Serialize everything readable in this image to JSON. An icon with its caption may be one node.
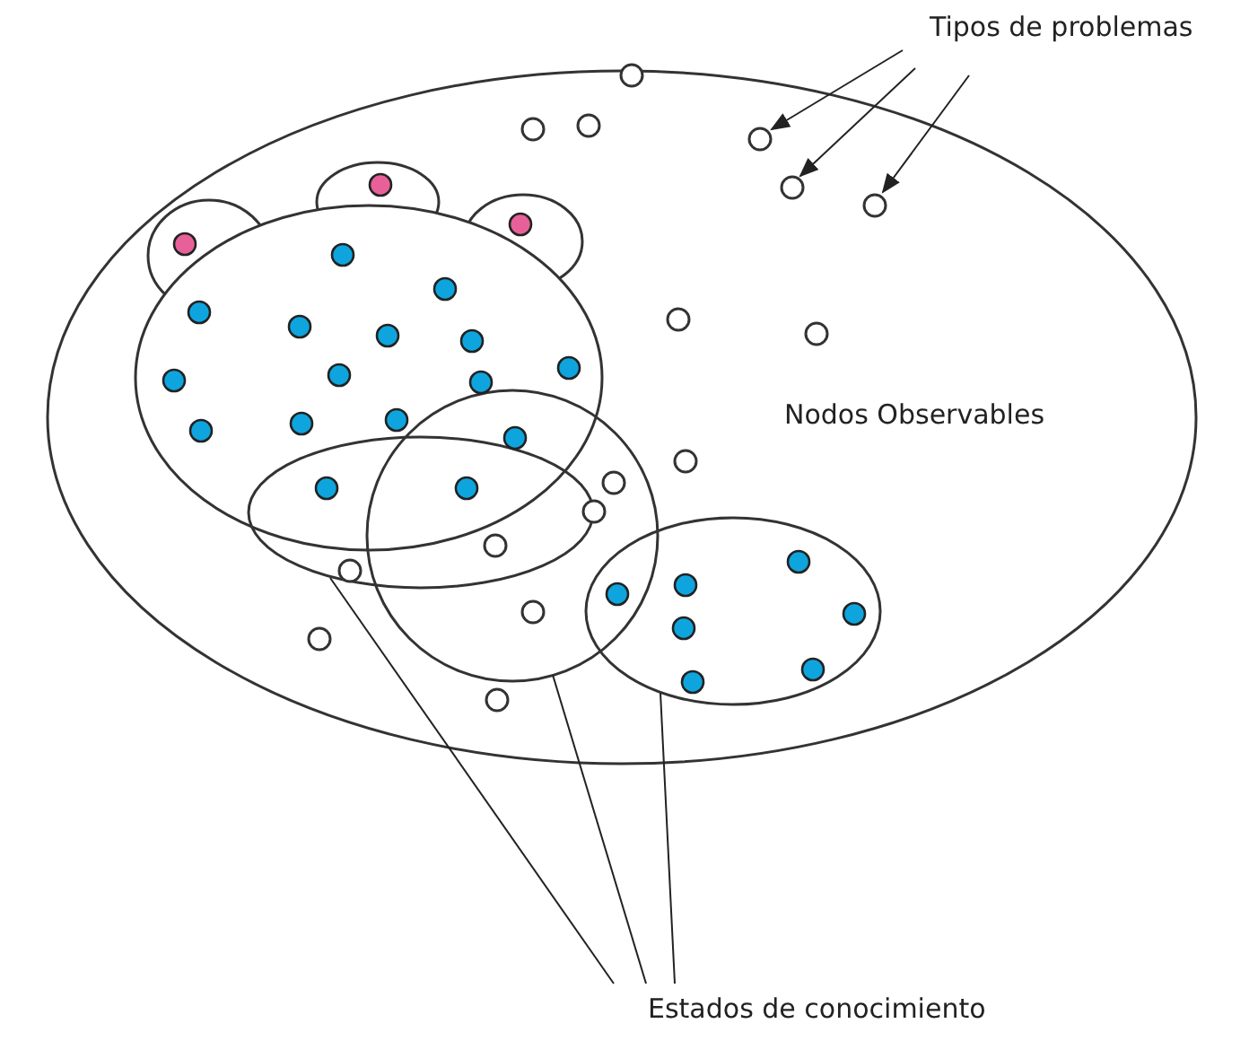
{
  "diagram": {
    "nodes": [
      {
        "text": [
          "Nodos Observables"
        ]
      },
      {
        "text": [
          "Tipos de problemas"
        ]
      },
      {
        "text": [
          "Estados de conocimiento"
        ]
      },
      {
        "text": [],
        "shape": "circle",
        "in": 0
      },
      {
        "text": [],
        "shape": "circle",
        "in": 0
      },
      {
        "text": [],
        "shape": "circle",
        "in": 0
      },
      {
        "text": [],
        "shape": "ellipse",
        "in": 0
      },
      {
        "text": [],
        "shape": "ellipse",
        "in": 0
      },
      {
        "text": [],
        "shape": "circle",
        "in": 0
      },
      {
        "text": [],
        "shape": "ellipse",
        "in": 0
      }
    ],
    "edges": [
      {
        "from": 1,
        "to": 3,
        "arrow": "to"
      },
      {
        "from": 1,
        "to": 4,
        "arrow": "to"
      },
      {
        "from": 1,
        "to": 5,
        "arrow": "to"
      },
      {
        "from": 2,
        "to": 7,
        "arrow": "none"
      },
      {
        "from": 2,
        "to": 8,
        "arrow": "none"
      },
      {
        "from": 2,
        "to": 9,
        "arrow": "none"
      }
    ]
  }
}
